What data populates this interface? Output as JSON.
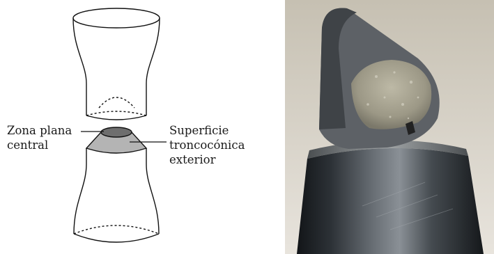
{
  "diagram": {
    "labels": {
      "central_flat_zone": [
        "Zona plana",
        "central"
      ],
      "outer_conical_surface": [
        "Superficie",
        "troncocónica",
        "exterior"
      ]
    },
    "colors": {
      "outline": "#111111",
      "flat_zone_fill": "#6e6e6e",
      "conical_fill": "#b4b4b4"
    }
  },
  "photo": {
    "colors": {
      "background_top": "#c9c3b5",
      "background_bottom": "#e7e3dc",
      "metal_dark": "#1e2226",
      "metal_mid": "#5a6066",
      "fracture": "#a3a08e"
    }
  }
}
